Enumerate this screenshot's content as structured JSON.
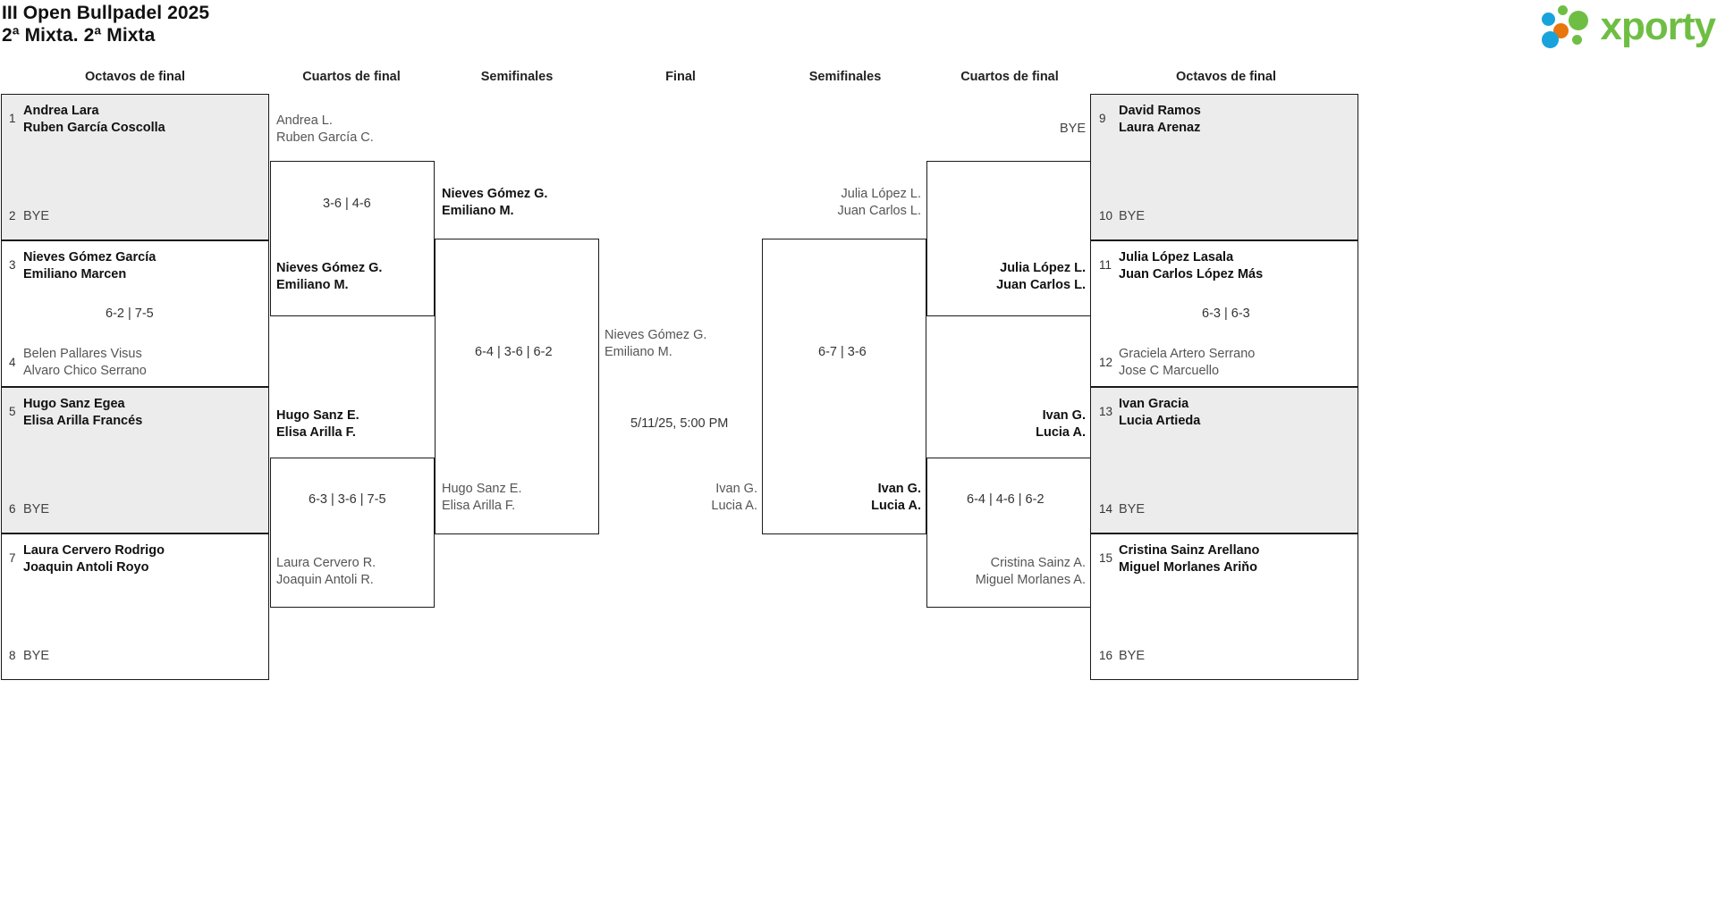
{
  "header": {
    "tournament": "III Open Bullpadel 2025",
    "category": "2ª Mixta. 2ª Mixta",
    "logo_text": "xporty",
    "brand_green": "#6FBE44",
    "brand_blue": "#19A3DC",
    "brand_orange": "#E8760C"
  },
  "round_headers": {
    "left_r16": "Octavos de final",
    "left_qf": "Cuartos de final",
    "left_sf": "Semifinales",
    "final": "Final",
    "right_sf": "Semifinales",
    "right_qf": "Cuartos de final",
    "right_r16": "Octavos de final"
  },
  "left": {
    "r16": [
      {
        "seed_top": "1",
        "top_line1": "Andrea Lara",
        "top_line2": "Ruben García Coscolla",
        "top_state": "win",
        "seed_bottom": "2",
        "bottom_line1": "BYE",
        "bottom_line2": "",
        "bottom_state": "bye",
        "score": "",
        "shaded": true
      },
      {
        "seed_top": "3",
        "top_line1": "Nieves Gómez García",
        "top_line2": "Emiliano Marcen",
        "top_state": "win",
        "seed_bottom": "4",
        "bottom_line1": "Belen Pallares Visus",
        "bottom_line2": "Alvaro Chico Serrano",
        "bottom_state": "lose",
        "score": "6-2 | 7-5",
        "shaded": false
      },
      {
        "seed_top": "5",
        "top_line1": "Hugo Sanz Egea",
        "top_line2": "Elisa Arilla Francés",
        "top_state": "win",
        "seed_bottom": "6",
        "bottom_line1": "BYE",
        "bottom_line2": "",
        "bottom_state": "bye",
        "score": "",
        "shaded": true
      },
      {
        "seed_top": "7",
        "top_line1": "Laura Cervero Rodrigo",
        "top_line2": "Joaquin Antoli Royo",
        "top_state": "win",
        "seed_bottom": "8",
        "bottom_line1": "BYE",
        "bottom_line2": "",
        "bottom_state": "bye",
        "score": "",
        "shaded": false
      }
    ],
    "qf": [
      {
        "top_line1": "Andrea L.",
        "top_line2": "Ruben García C.",
        "top_state": "lose",
        "bottom_line1": "Nieves Gómez G.",
        "bottom_line2": "Emiliano M.",
        "bottom_state": "win",
        "score": "3-6 | 4-6"
      },
      {
        "top_line1": "Hugo Sanz E.",
        "top_line2": "Elisa Arilla F.",
        "top_state": "win",
        "bottom_line1": "Laura Cervero R.",
        "bottom_line2": "Joaquin Antoli R.",
        "bottom_state": "lose",
        "score": "6-3 | 3-6 | 7-5"
      }
    ],
    "sf": [
      {
        "top_line1": "Nieves Gómez G.",
        "top_line2": "Emiliano M.",
        "top_state": "win",
        "bottom_line1": "Hugo Sanz E.",
        "bottom_line2": "Elisa Arilla F.",
        "bottom_state": "lose",
        "score": "6-4 | 3-6 | 6-2"
      }
    ]
  },
  "final": {
    "top_line1": "Nieves Gómez G.",
    "top_line2": "Emiliano M.",
    "top_state": "lose",
    "bottom_line1": "Ivan G.",
    "bottom_line2": "Lucia A.",
    "bottom_state": "lose",
    "datetime": "5/11/25, 5:00 PM"
  },
  "right": {
    "r16": [
      {
        "seed_top": "9",
        "top_line1": "David Ramos",
        "top_line2": "Laura Arenaz",
        "top_state": "win",
        "seed_bottom": "10",
        "bottom_line1": "BYE",
        "bottom_line2": "",
        "bottom_state": "bye",
        "score": "",
        "shaded": true
      },
      {
        "seed_top": "11",
        "top_line1": "Julia López Lasala",
        "top_line2": "Juan Carlos López Más",
        "top_state": "win",
        "seed_bottom": "12",
        "bottom_line1": "Graciela Artero Serrano",
        "bottom_line2": "Jose C Marcuello",
        "bottom_state": "lose",
        "score": "6-3 | 6-3",
        "shaded": false
      },
      {
        "seed_top": "13",
        "top_line1": "Ivan Gracia",
        "top_line2": "Lucia Artieda",
        "top_state": "win",
        "seed_bottom": "14",
        "bottom_line1": "BYE",
        "bottom_line2": "",
        "bottom_state": "bye",
        "score": "",
        "shaded": true
      },
      {
        "seed_top": "15",
        "top_line1": "Cristina Sainz Arellano",
        "top_line2": "Miguel Morlanes Ariňo",
        "top_state": "win",
        "seed_bottom": "16",
        "bottom_line1": "BYE",
        "bottom_line2": "",
        "bottom_state": "bye",
        "score": "",
        "shaded": false
      }
    ],
    "qf": [
      {
        "top_line1": "BYE",
        "top_line2": "",
        "top_state": "bye",
        "bottom_line1": "Julia López L.",
        "bottom_line2": "Juan Carlos L.",
        "bottom_state": "win",
        "score": ""
      },
      {
        "top_line1": "Ivan G.",
        "top_line2": "Lucia A.",
        "top_state": "win",
        "bottom_line1": "Cristina Sainz A.",
        "bottom_line2": "Miguel Morlanes A.",
        "bottom_state": "lose",
        "score": "6-4 | 4-6 | 6-2"
      }
    ],
    "sf": [
      {
        "top_line1": "Julia López L.",
        "top_line2": "Juan Carlos L.",
        "top_state": "lose",
        "bottom_line1": "Ivan G.",
        "bottom_line2": "Lucia A.",
        "bottom_state": "win",
        "score": "6-7 | 3-6"
      }
    ]
  }
}
